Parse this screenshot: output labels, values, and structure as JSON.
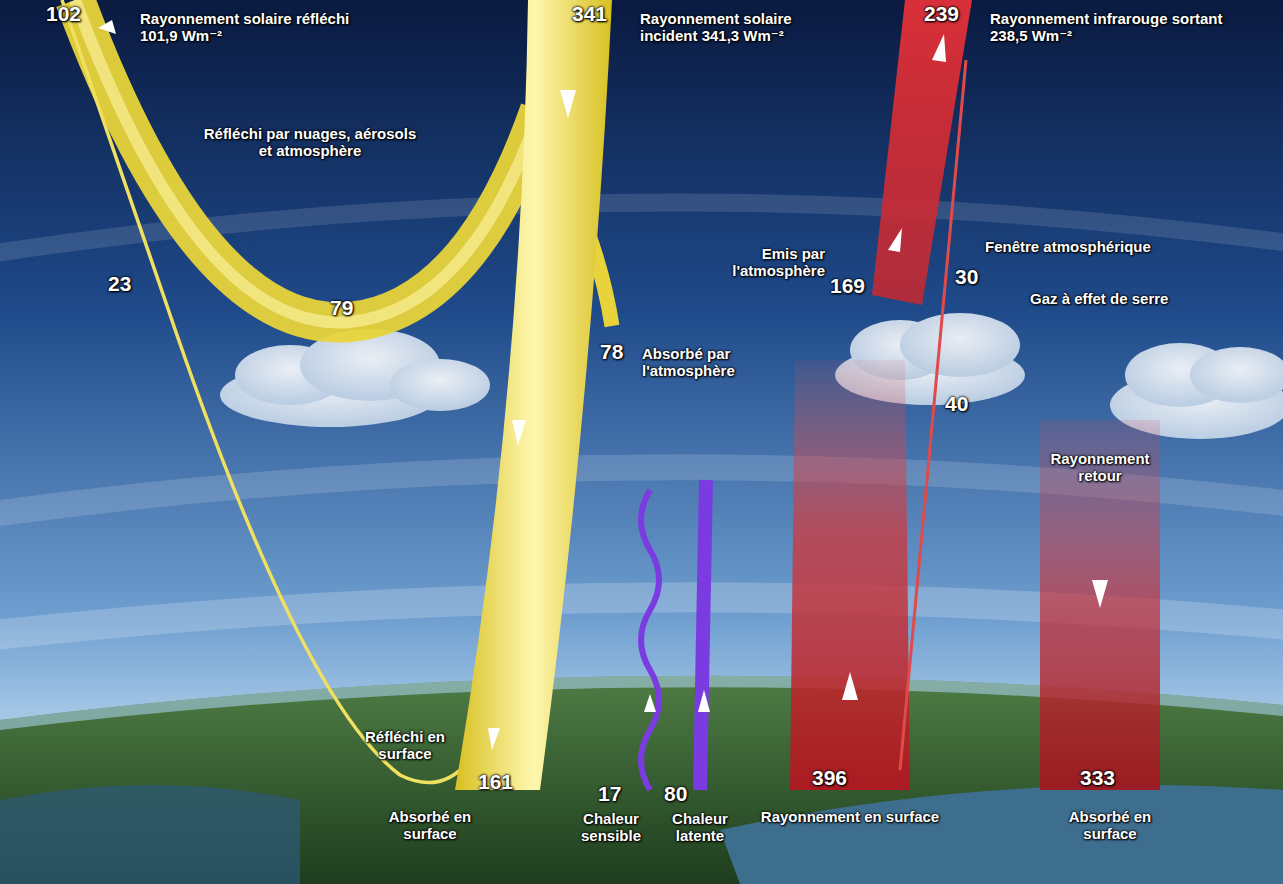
{
  "diagram": {
    "labels": [
      "102",
      "Rayonnement solaire réfléchi 101,9 Wm⁻²",
      "341",
      "Rayonnement solaire incident 341,3 Wm⁻²",
      "239",
      "Rayonnement infrarouge sortant 238,5 Wm⁻²",
      "Réfléchi par nuages, aérosols et atmosphère",
      "79",
      "23",
      "78",
      "Absorbé par l'atmosphère",
      "Emis par l'atmosphère",
      "169",
      "30",
      "Fenêtre atmosphérique",
      "Gaz à effet de serre",
      "40",
      "Rayonnement retour",
      "Réfléchi en surface",
      "161",
      "Absorbé en surface",
      "17",
      "Chaleur sensible",
      "80",
      "Chaleur latente",
      "396",
      "Rayonnement en surface",
      "333",
      "Absorbé en surface"
    ]
  }
}
